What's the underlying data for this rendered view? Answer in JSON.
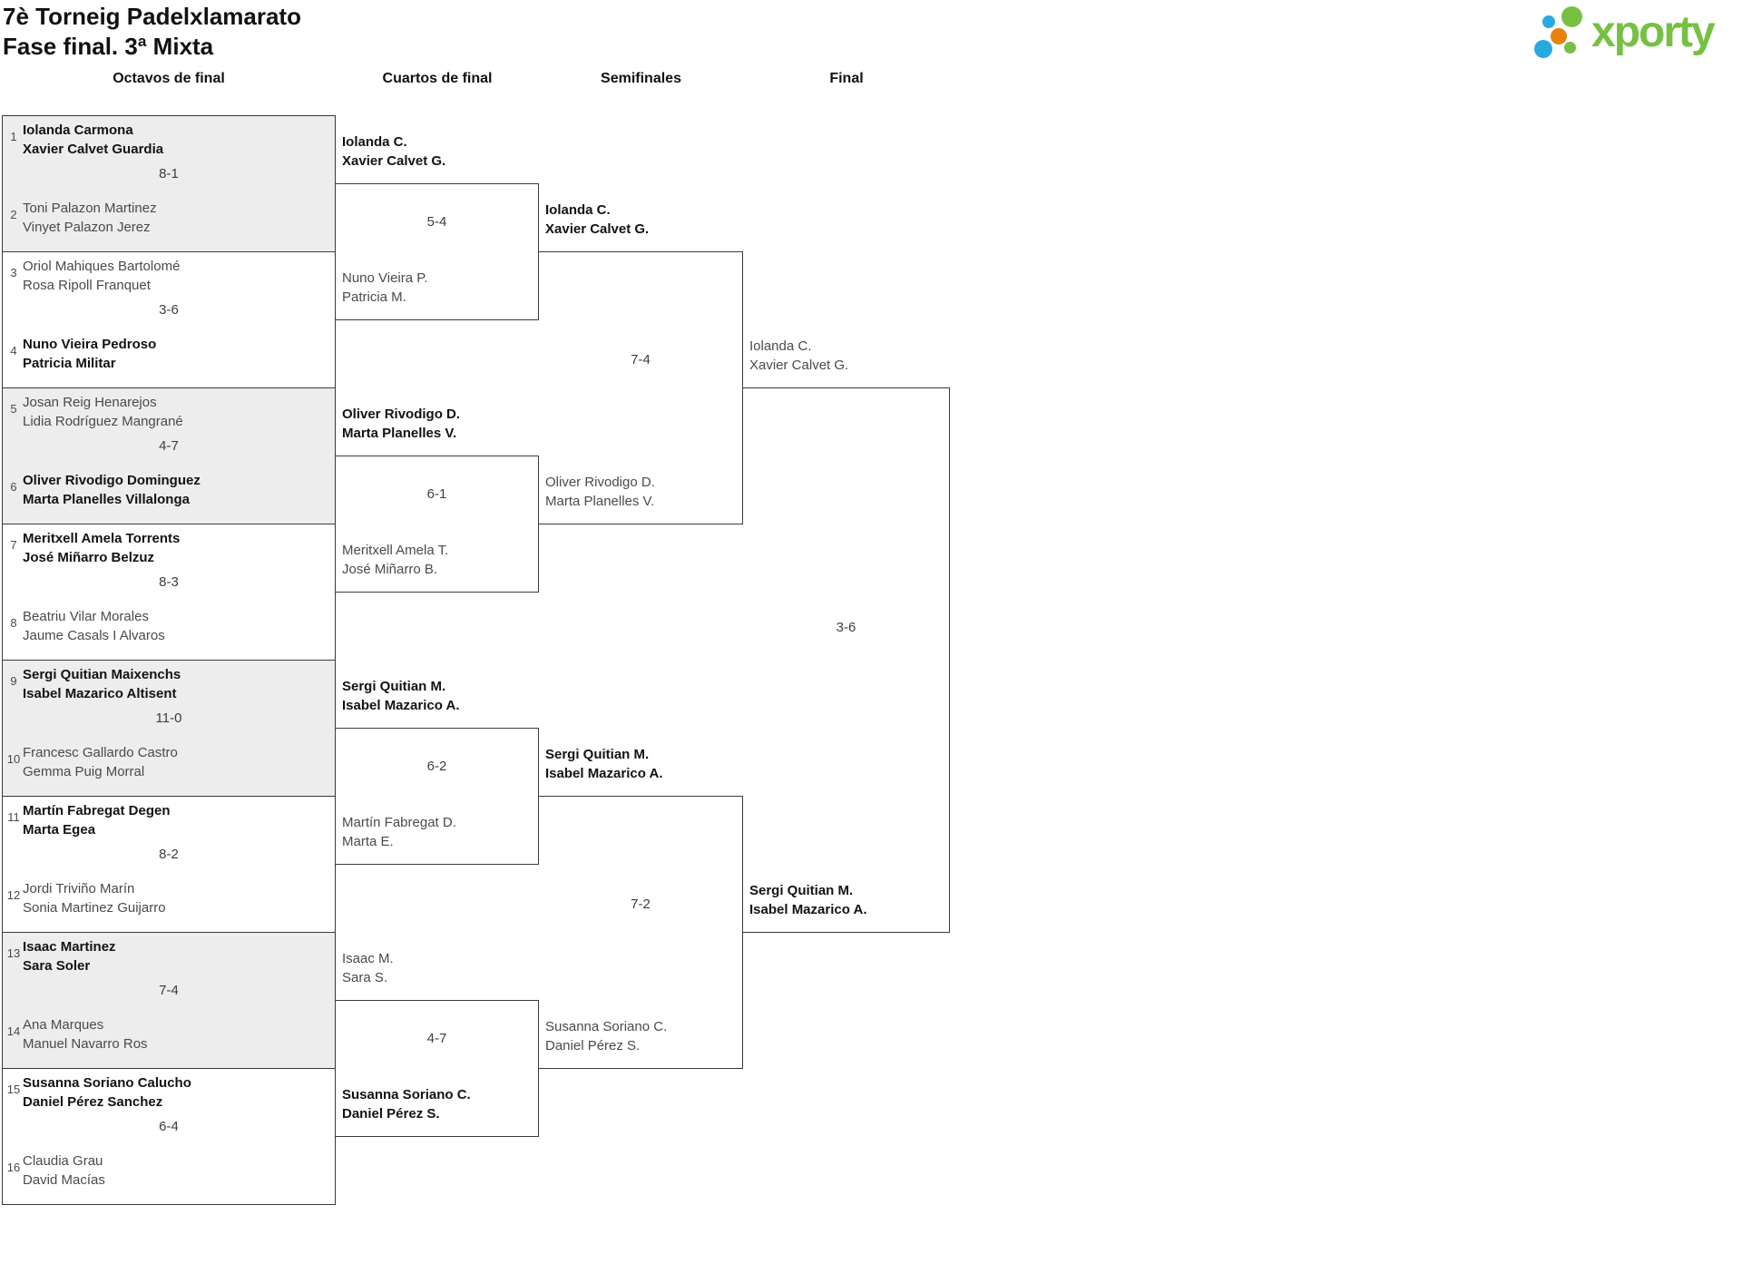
{
  "header": {
    "title_line1": "7è Torneig Padelxlamarato",
    "title_line2": "Fase final. 3ª Mixta",
    "logo_text": "xporty"
  },
  "colors": {
    "logo_green": "#76c043",
    "logo_blue": "#29a9e1",
    "logo_orange": "#e8820d",
    "match_fill_gray": "#ededed",
    "line": "#3a3a3a"
  },
  "round_headers": [
    "Octavos de final",
    "Cuartos de final",
    "Semifinales",
    "Final"
  ],
  "bracket": {
    "r16": [
      {
        "seed_top": "1",
        "top": [
          "Iolanda Carmona",
          "Xavier Calvet Guardia"
        ],
        "top_winner": true,
        "score": "8-1",
        "seed_bottom": "2",
        "bottom": [
          "Toni Palazon Martinez",
          "Vinyet Palazon Jerez"
        ],
        "bottom_winner": false
      },
      {
        "seed_top": "3",
        "top": [
          "Oriol Mahiques Bartolomé",
          "Rosa Ripoll Franquet"
        ],
        "top_winner": false,
        "score": "3-6",
        "seed_bottom": "4",
        "bottom": [
          "Nuno Vieira Pedroso",
          "Patricia Militar"
        ],
        "bottom_winner": true
      },
      {
        "seed_top": "5",
        "top": [
          "Josan Reig Henarejos",
          "Lidia Rodríguez Mangrané"
        ],
        "top_winner": false,
        "score": "4-7",
        "seed_bottom": "6",
        "bottom": [
          "Oliver Rivodigo Dominguez",
          "Marta Planelles Villalonga"
        ],
        "bottom_winner": true
      },
      {
        "seed_top": "7",
        "top": [
          "Meritxell Amela Torrents",
          "José Miñarro Belzuz"
        ],
        "top_winner": true,
        "score": "8-3",
        "seed_bottom": "8",
        "bottom": [
          "Beatriu Vilar Morales",
          "Jaume Casals I Alvaros"
        ],
        "bottom_winner": false
      },
      {
        "seed_top": "9",
        "top": [
          "Sergi Quitian Maixenchs",
          "Isabel Mazarico Altisent"
        ],
        "top_winner": true,
        "score": "11-0",
        "seed_bottom": "10",
        "bottom": [
          "Francesc Gallardo Castro",
          "Gemma Puig Morral"
        ],
        "bottom_winner": false
      },
      {
        "seed_top": "11",
        "top": [
          "Martín Fabregat Degen",
          "Marta Egea"
        ],
        "top_winner": true,
        "score": "8-2",
        "seed_bottom": "12",
        "bottom": [
          "Jordi Triviño Marín",
          "Sonia Martinez Guijarro"
        ],
        "bottom_winner": false
      },
      {
        "seed_top": "13",
        "top": [
          "Isaac Martinez",
          "Sara Soler"
        ],
        "top_winner": true,
        "score": "7-4",
        "seed_bottom": "14",
        "bottom": [
          "Ana Marques",
          "Manuel Navarro Ros"
        ],
        "bottom_winner": false
      },
      {
        "seed_top": "15",
        "top": [
          "Susanna Soriano Calucho",
          "Daniel Pérez Sanchez"
        ],
        "top_winner": true,
        "score": "6-4",
        "seed_bottom": "16",
        "bottom": [
          "Claudia Grau",
          "David Macías"
        ],
        "bottom_winner": false
      }
    ],
    "qf": [
      {
        "top": [
          "Iolanda C.",
          "Xavier Calvet G."
        ],
        "top_winner": true,
        "score": "5-4",
        "bottom": [
          "Nuno Vieira P.",
          "Patricia M."
        ],
        "bottom_winner": false
      },
      {
        "top": [
          "Oliver Rivodigo D.",
          "Marta Planelles V."
        ],
        "top_winner": true,
        "score": "6-1",
        "bottom": [
          "Meritxell Amela T.",
          "José Miñarro B."
        ],
        "bottom_winner": false
      },
      {
        "top": [
          "Sergi Quitian M.",
          "Isabel Mazarico A."
        ],
        "top_winner": true,
        "score": "6-2",
        "bottom": [
          "Martín Fabregat D.",
          "Marta E."
        ],
        "bottom_winner": false
      },
      {
        "top": [
          "Isaac M.",
          "Sara S."
        ],
        "top_winner": false,
        "score": "4-7",
        "bottom": [
          "Susanna Soriano C.",
          "Daniel Pérez S."
        ],
        "bottom_winner": true
      }
    ],
    "sf": [
      {
        "top": [
          "Iolanda C.",
          "Xavier Calvet G."
        ],
        "top_winner": true,
        "score": "7-4",
        "bottom": [
          "Oliver Rivodigo D.",
          "Marta Planelles V."
        ],
        "bottom_winner": false
      },
      {
        "top": [
          "Sergi Quitian M.",
          "Isabel Mazarico A."
        ],
        "top_winner": true,
        "score": "7-2",
        "bottom": [
          "Susanna Soriano C.",
          "Daniel Pérez S."
        ],
        "bottom_winner": false
      }
    ],
    "final": [
      {
        "top": [
          "Iolanda C.",
          "Xavier Calvet G."
        ],
        "top_winner": false,
        "score": "3-6",
        "bottom": [
          "Sergi Quitian M.",
          "Isabel Mazarico A."
        ],
        "bottom_winner": true
      }
    ]
  }
}
